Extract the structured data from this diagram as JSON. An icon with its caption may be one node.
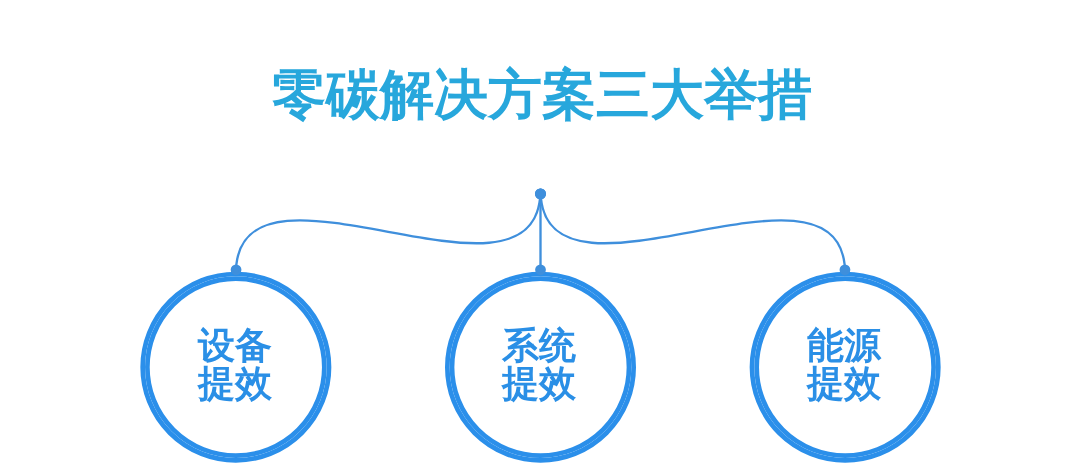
{
  "diagram": {
    "nodes": [
      {
        "text": [
          "零碳解决方案三大举措"
        ]
      },
      {
        "text": [
          "设备提效"
        ]
      },
      {
        "text": [
          "系统提效"
        ]
      },
      {
        "text": [
          "能源提效"
        ]
      }
    ],
    "edges": [
      {
        "from": 0,
        "to": 1,
        "arrow": "other"
      },
      {
        "from": 0,
        "to": 2,
        "arrow": "other"
      },
      {
        "from": 0,
        "to": 3,
        "arrow": "other"
      }
    ]
  }
}
